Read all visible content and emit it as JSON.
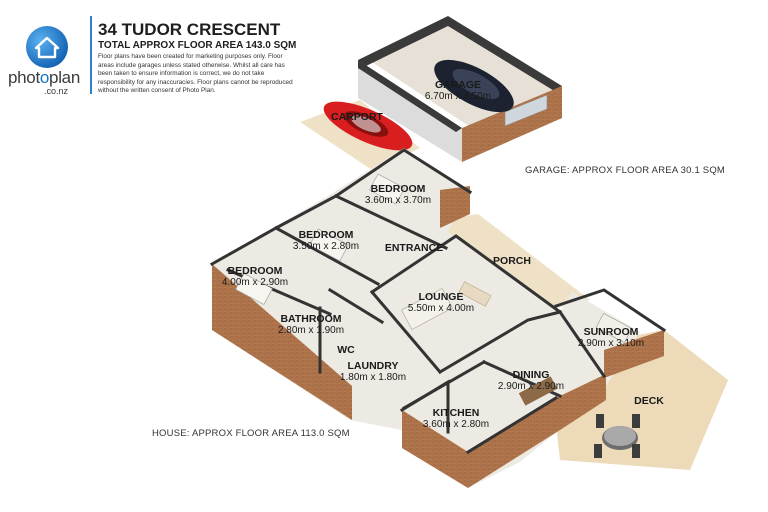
{
  "header": {
    "logo_word_a": "phot",
    "logo_word_o": "o",
    "logo_word_b": "plan",
    "logo_sub": ".co.nz",
    "title": "34 TUDOR CRESCENT",
    "subtitle": "TOTAL APPROX FLOOR AREA 143.0 SQM",
    "disclaimer": "Floor plans have been created for marketing purposes only. Floor areas include garages unless stated otherwise. Whilst all care has been taken to ensure information is correct, we do not take responsibility for any inaccuracies. Floor plans cannot be reproduced without the written consent of Photo Plan."
  },
  "rooms": {
    "garage": {
      "name": "GARAGE",
      "dims": "6.70m x 4.50m"
    },
    "carport": {
      "name": "CARPORT"
    },
    "bedroom1": {
      "name": "BEDROOM",
      "dims": "3.60m x 3.70m"
    },
    "bedroom2": {
      "name": "BEDROOM",
      "dims": "3.50m x 2.80m"
    },
    "bedroom3": {
      "name": "BEDROOM",
      "dims": "4.00m x 2.90m"
    },
    "entrance": {
      "name": "ENTRANCE"
    },
    "porch": {
      "name": "PORCH"
    },
    "lounge": {
      "name": "LOUNGE",
      "dims": "5.50m x 4.00m"
    },
    "bathroom": {
      "name": "BATHROOM",
      "dims": "2.80m x 1.90m"
    },
    "wc": {
      "name": "WC"
    },
    "laundry": {
      "name": "LAUNDRY",
      "dims": "1.80m x 1.80m"
    },
    "sunroom": {
      "name": "SUNROOM",
      "dims": "2.90m x 3.10m"
    },
    "dining": {
      "name": "DINING",
      "dims": "2.90m x 2.90m"
    },
    "kitchen": {
      "name": "KITCHEN",
      "dims": "3.60m x 2.80m"
    },
    "deck": {
      "name": "DECK"
    }
  },
  "areas": {
    "garage": "GARAGE: APPROX FLOOR AREA 30.1 SQM",
    "house": "HOUSE: APPROX FLOOR AREA 113.0 SQM"
  },
  "colors": {
    "brand_blue": "#1a74c4",
    "wall": "#3a3a3a",
    "floor_light": "#ece8e2",
    "exterior_wall": "#b07a52",
    "deck": "#e9d7b8",
    "car_red": "#d81e1e"
  }
}
